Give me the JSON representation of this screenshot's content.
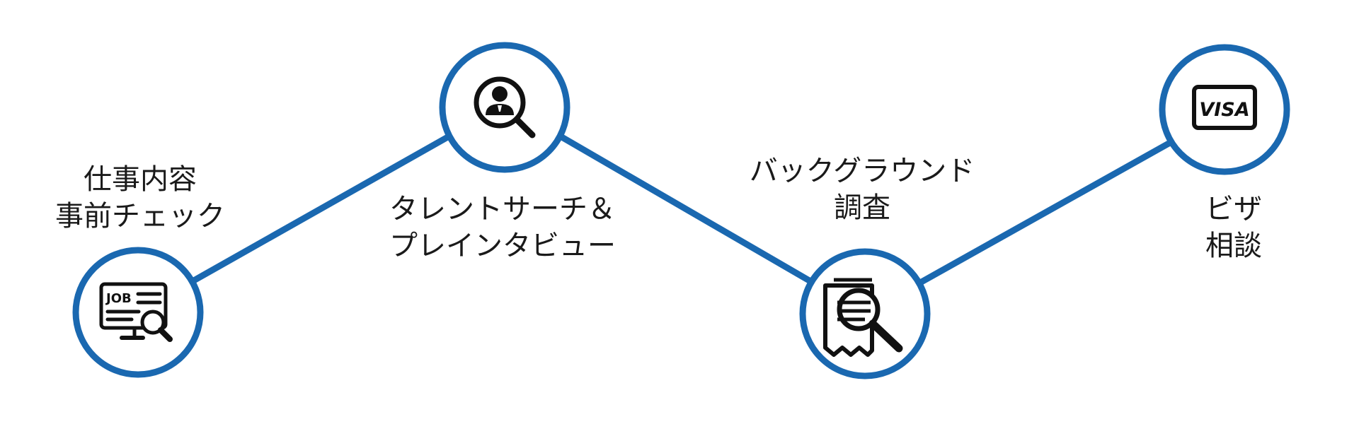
{
  "colors": {
    "accent": "#1a68b0",
    "icon": "#111111",
    "text": "#1a1a1a"
  },
  "steps": [
    {
      "label_lines": [
        "仕事内容",
        "事前チェック"
      ],
      "icon": "job-search-monitor-icon"
    },
    {
      "label_lines": [
        "タレントサーチ＆",
        "プレインタビュー"
      ],
      "icon": "person-search-icon"
    },
    {
      "label_lines": [
        "バックグラウンド",
        "調査"
      ],
      "icon": "document-search-icon"
    },
    {
      "label_lines": [
        "ビザ",
        "相談"
      ],
      "icon": "visa-card-icon"
    }
  ],
  "icon_texts": {
    "job": "JOB",
    "visa": "VISA"
  }
}
